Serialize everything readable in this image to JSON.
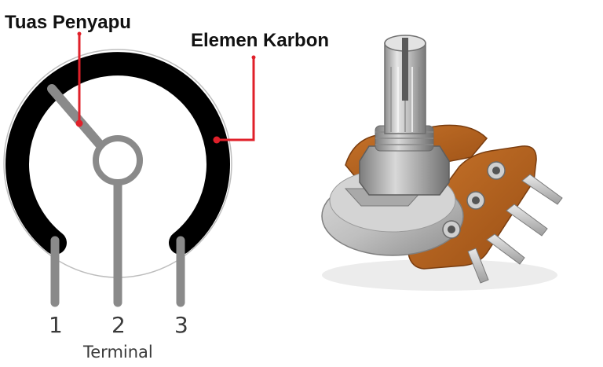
{
  "labels": {
    "wiper": "Tuas Penyapu",
    "element": "Elemen Karbon",
    "caption": "Terminal"
  },
  "terminals": [
    "1",
    "2",
    "3"
  ],
  "colors": {
    "track": "#000000",
    "pin": "#8a8a8a",
    "leader": "#e0202a",
    "pcb": "#b8621c",
    "metal": "#c7c7c7"
  }
}
